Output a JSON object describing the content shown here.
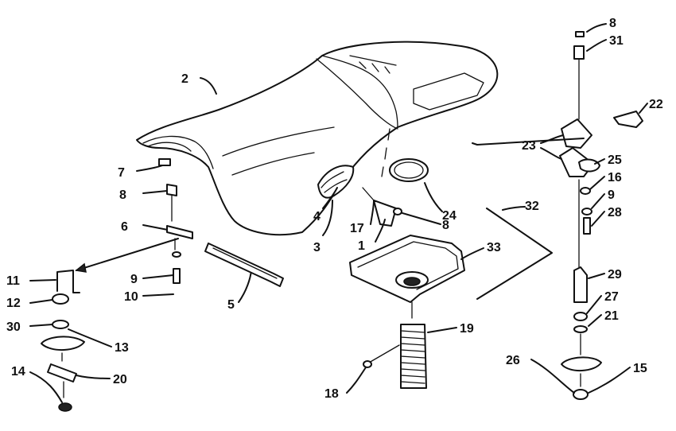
{
  "callouts": {
    "c1": "1",
    "c2": "2",
    "c3": "3",
    "c4": "4",
    "c5": "5",
    "c6": "6",
    "c7": "7",
    "c8a": "8",
    "c8b": "8",
    "c8c": "8",
    "c9a": "9",
    "c9b": "9",
    "c10": "10",
    "c11": "11",
    "c12": "12",
    "c13": "13",
    "c14": "14",
    "c15": "15",
    "c16": "16",
    "c17": "17",
    "c18": "18",
    "c19": "19",
    "c20": "20",
    "c21": "21",
    "c22": "22",
    "c23": "23",
    "c24": "24",
    "c25": "25",
    "c26": "26",
    "c27": "27",
    "c28": "28",
    "c29": "29",
    "c30": "30",
    "c31": "31",
    "c32": "32",
    "c33": "33"
  },
  "colors": {
    "ink": "#111111",
    "paper": "#ffffff"
  }
}
